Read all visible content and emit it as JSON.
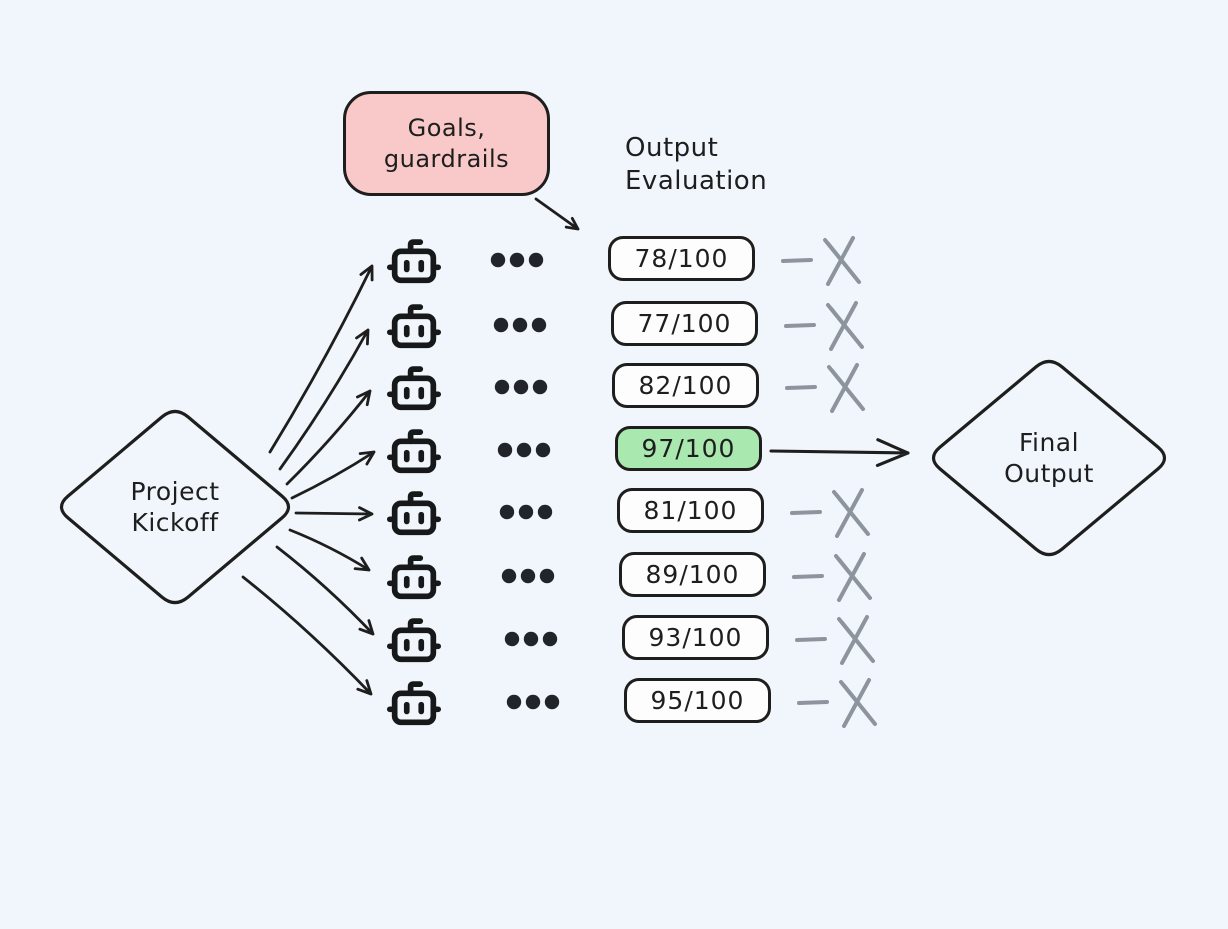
{
  "app": {
    "type": "whiteboard-diagram",
    "title": "Parallel agents with output evaluation"
  },
  "colors": {
    "background": "#f0f6fb",
    "ink": "#1e1e1e",
    "node_fill": "#fdfdfd",
    "goals_fill": "#f9c8c8",
    "accepted_fill": "#a9e8ae",
    "reject_gray": "#8d949e",
    "robot_ink": "#17181a"
  },
  "goals_node": {
    "line1": "Goals,",
    "line2": "guardrails"
  },
  "evaluation_label": {
    "line1": "Output",
    "line2": "Evaluation"
  },
  "kickoff_node": {
    "line1": "Project",
    "line2": "Kickoff"
  },
  "final_node": {
    "line1": "Final",
    "line2": "Output"
  },
  "icons": {
    "agent": "robot-head-icon",
    "processing": "three-dots-ellipsis-icon",
    "rejected": "gray-x-mark-icon"
  },
  "rows": [
    {
      "score": "78/100",
      "accepted": false
    },
    {
      "score": "77/100",
      "accepted": false
    },
    {
      "score": "82/100",
      "accepted": false
    },
    {
      "score": "97/100",
      "accepted": true
    },
    {
      "score": "81/100",
      "accepted": false
    },
    {
      "score": "89/100",
      "accepted": false
    },
    {
      "score": "93/100",
      "accepted": false
    },
    {
      "score": "95/100",
      "accepted": false
    }
  ]
}
